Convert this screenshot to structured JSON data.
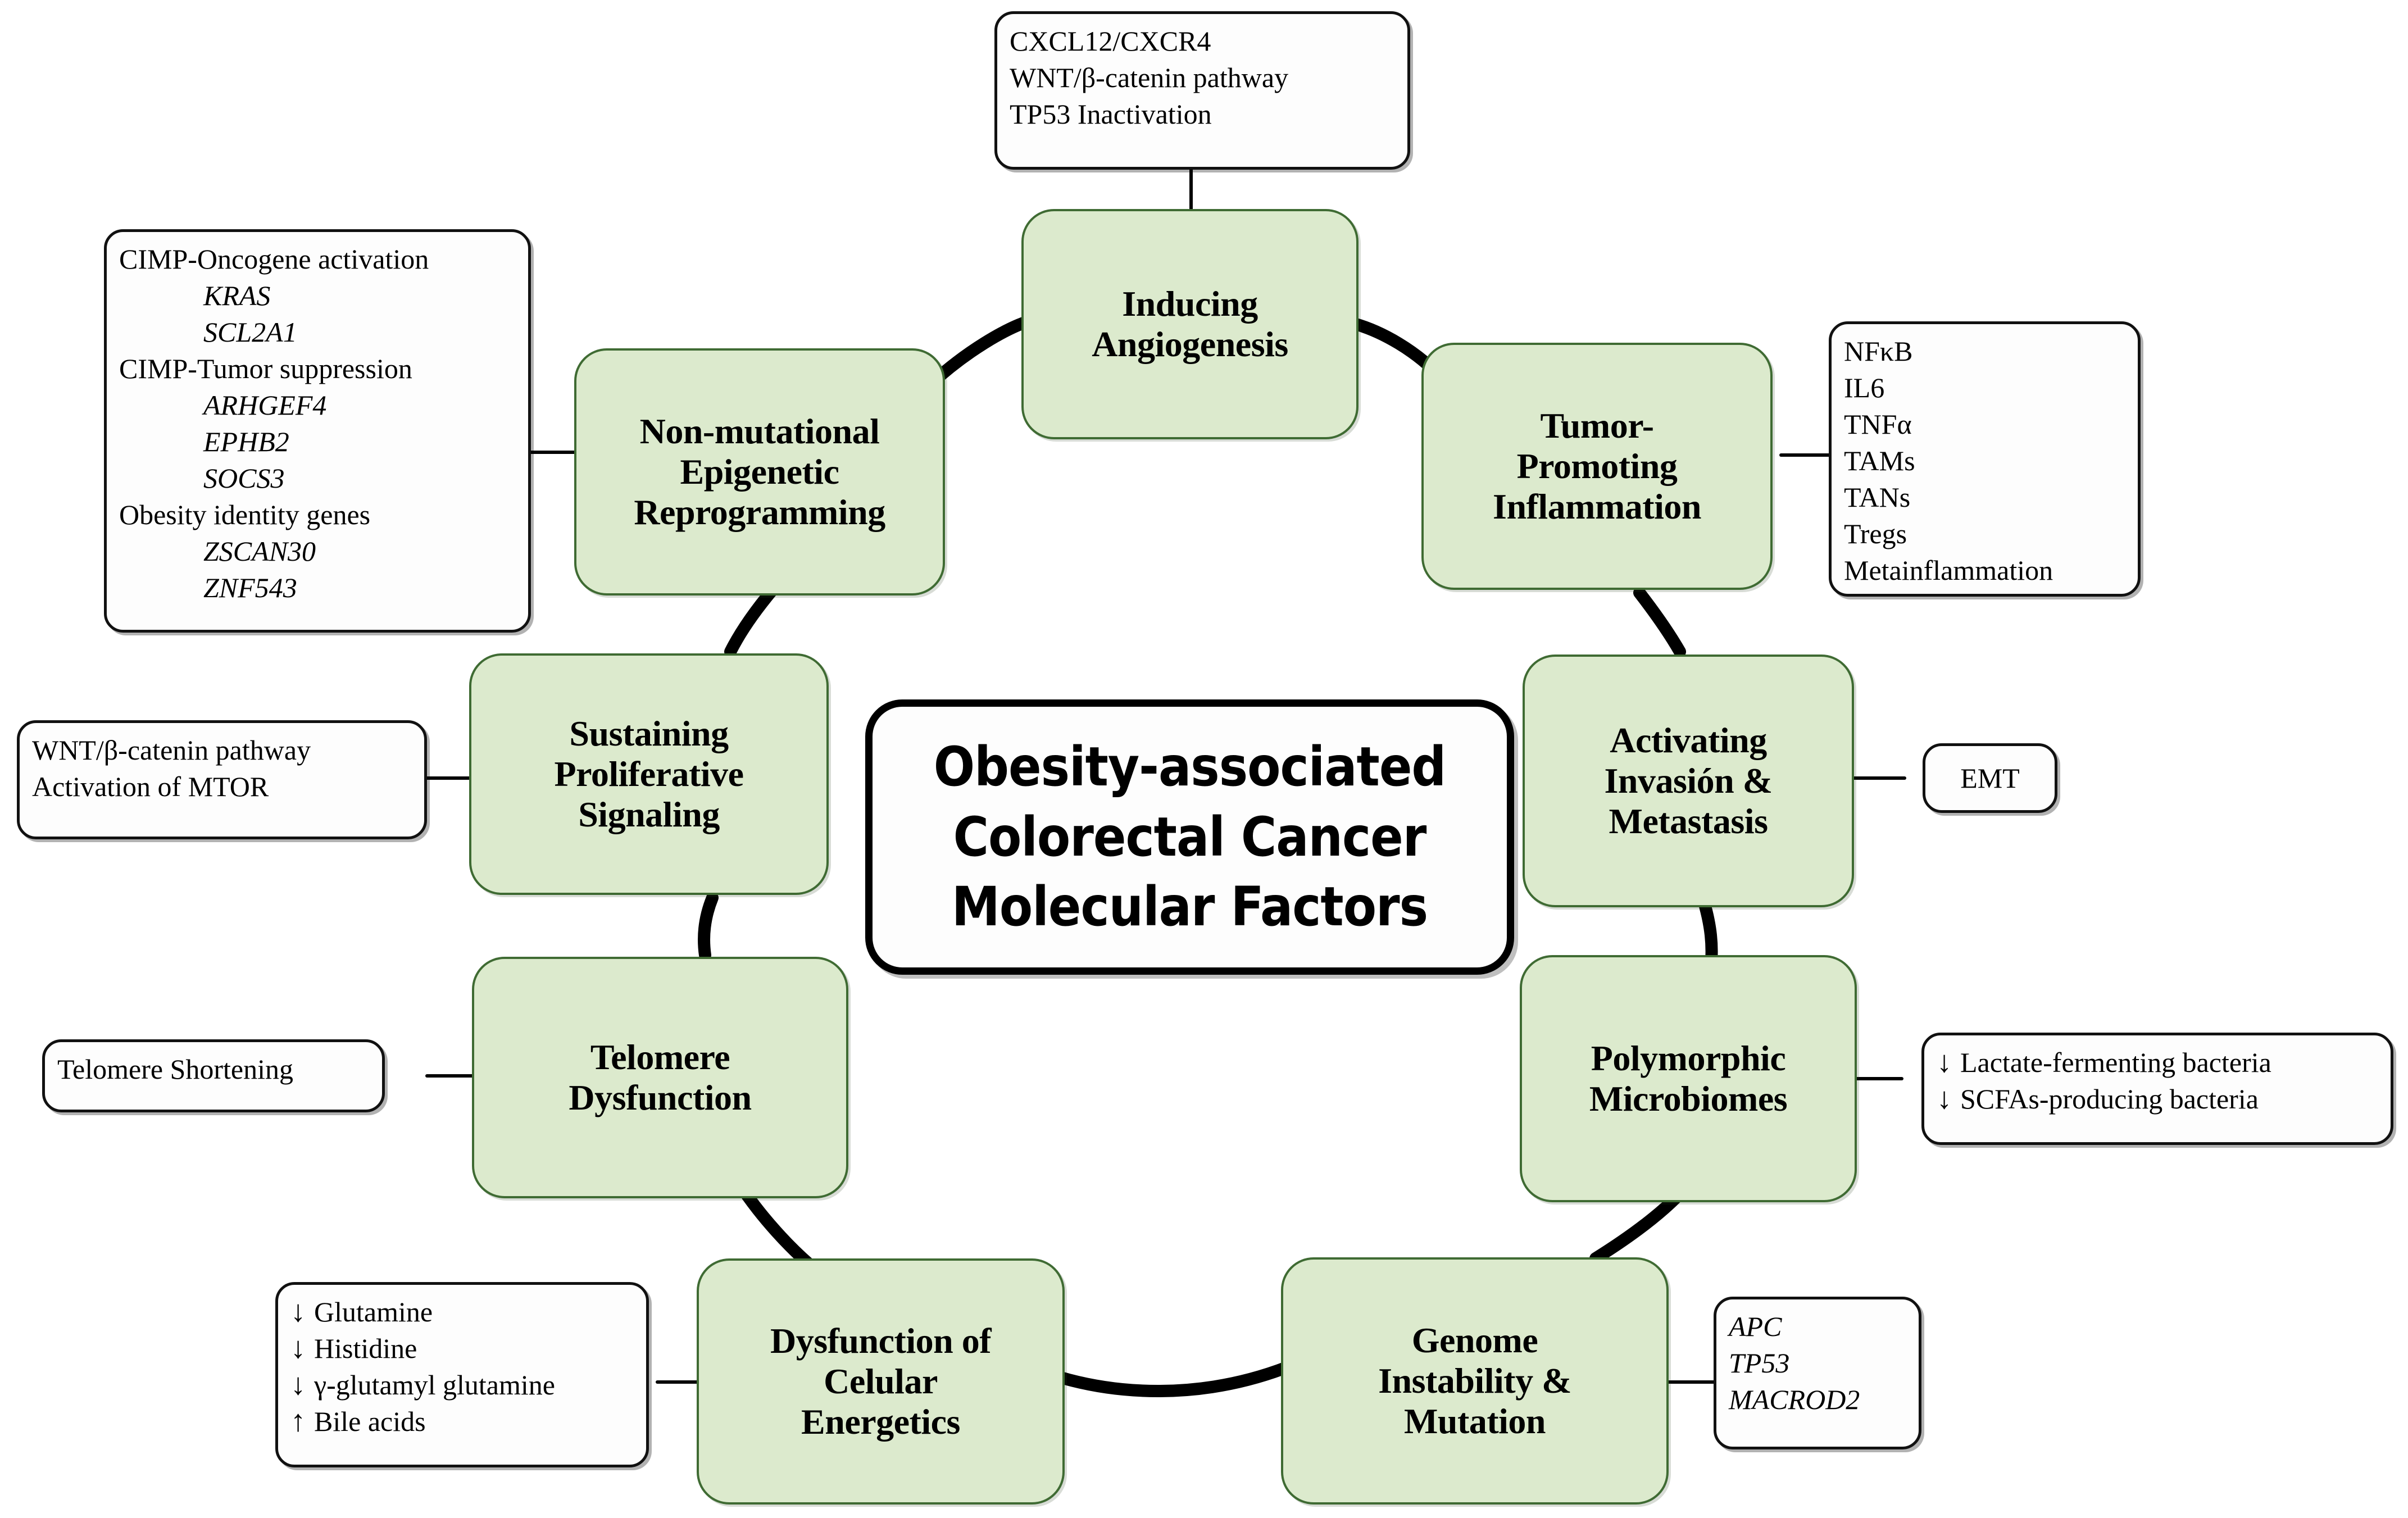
{
  "center": {
    "title_lines": [
      "Obesity-associated",
      "Colorectal Cancer",
      "Molecular Factors"
    ]
  },
  "colors": {
    "hallmark_fill": "#dceacd",
    "hallmark_border": "#3f6b33",
    "detail_fill": "#fdfdfd",
    "detail_border": "#111111",
    "connector": "#000000",
    "page_background": "#ffffff"
  },
  "hallmarks": [
    {
      "id": "inducing-angiogenesis",
      "label_lines": [
        "Inducing",
        "Angiogenesis"
      ]
    },
    {
      "id": "tumor-promoting-inflammation",
      "label_lines": [
        "Tumor-",
        "Promoting",
        "Inflammation"
      ]
    },
    {
      "id": "activating-invasion-metastasis",
      "label_lines": [
        "Activating",
        "Invasión &",
        "Metastasis"
      ]
    },
    {
      "id": "polymorphic-microbiomes",
      "label_lines": [
        "Polymorphic",
        "Microbiomes"
      ]
    },
    {
      "id": "genome-instability-mutation",
      "label_lines": [
        "Genome",
        "Instability &",
        "Mutation"
      ]
    },
    {
      "id": "dysfunction-celular-energetics",
      "label_lines": [
        "Dysfunction of",
        "Celular",
        "Energetics"
      ]
    },
    {
      "id": "telomere-dysfunction",
      "label_lines": [
        "Telomere",
        "Dysfunction"
      ]
    },
    {
      "id": "sustaining-proliferative-signaling",
      "label_lines": [
        "Sustaining",
        "Proliferative",
        "Signaling"
      ]
    },
    {
      "id": "non-mutational-epigenetic-reprogramming",
      "label_lines": [
        "Non-mutational",
        "Epigenetic",
        "Reprogramming"
      ]
    }
  ],
  "details": {
    "angiogenesis": {
      "lines": [
        {
          "text": "CXCL12/CXCR4",
          "style": "plain"
        },
        {
          "text": "WNT/β-catenin pathway",
          "style": "plain"
        },
        {
          "text": "TP53 Inactivation",
          "style": "plain"
        }
      ]
    },
    "epigenetic": {
      "lines": [
        {
          "text": "CIMP-Oncogene  activation",
          "style": "plain"
        },
        {
          "text": "KRAS",
          "style": "italic-indent"
        },
        {
          "text": "SCL2A1",
          "style": "italic-indent"
        },
        {
          "text": "CIMP-Tumor  suppression",
          "style": "plain"
        },
        {
          "text": "ARHGEF4",
          "style": "italic-indent"
        },
        {
          "text": "EPHB2",
          "style": "italic-indent"
        },
        {
          "text": "SOCS3",
          "style": "italic-indent"
        },
        {
          "text": "Obesity identity genes",
          "style": "plain"
        },
        {
          "text": "ZSCAN30",
          "style": "italic-indent"
        },
        {
          "text": "ZNF543",
          "style": "italic-indent"
        }
      ]
    },
    "inflammation": {
      "lines": [
        {
          "text": "NFκB",
          "style": "plain"
        },
        {
          "text": "IL6",
          "style": "plain"
        },
        {
          "text": "TNFα",
          "style": "plain"
        },
        {
          "text": "TAMs",
          "style": "plain"
        },
        {
          "text": "TANs",
          "style": "plain"
        },
        {
          "text": "Tregs",
          "style": "plain"
        },
        {
          "text": "Metainflammation",
          "style": "plain"
        }
      ]
    },
    "proliferative": {
      "lines": [
        {
          "text": "WNT/β-catenin pathway",
          "style": "plain"
        },
        {
          "text": "Activation of MTOR",
          "style": "plain"
        }
      ]
    },
    "invasion": {
      "lines": [
        {
          "text": "EMT",
          "style": "plain"
        }
      ]
    },
    "microbiomes": {
      "lines": [
        {
          "arrow": "↓",
          "text": "Lactate-fermenting  bacteria",
          "style": "arrow"
        },
        {
          "arrow": "↓",
          "text": "SCFAs-producing bacteria",
          "style": "arrow"
        }
      ]
    },
    "telomere": {
      "lines": [
        {
          "text": "Telomere Shortening",
          "style": "plain"
        }
      ]
    },
    "energetics": {
      "lines": [
        {
          "arrow": "↓",
          "text": "Glutamine",
          "style": "arrow"
        },
        {
          "arrow": "↓",
          "text": "Histidine",
          "style": "arrow"
        },
        {
          "arrow": "↓",
          "text": "γ-glutamyl  glutamine",
          "style": "arrow"
        },
        {
          "arrow": "↑",
          "text": "Bile acids",
          "style": "arrow"
        }
      ]
    },
    "genome": {
      "lines": [
        {
          "text": "APC",
          "style": "italic"
        },
        {
          "text": "TP53",
          "style": "italic"
        },
        {
          "text": "MACROD2",
          "style": "italic"
        }
      ]
    }
  }
}
